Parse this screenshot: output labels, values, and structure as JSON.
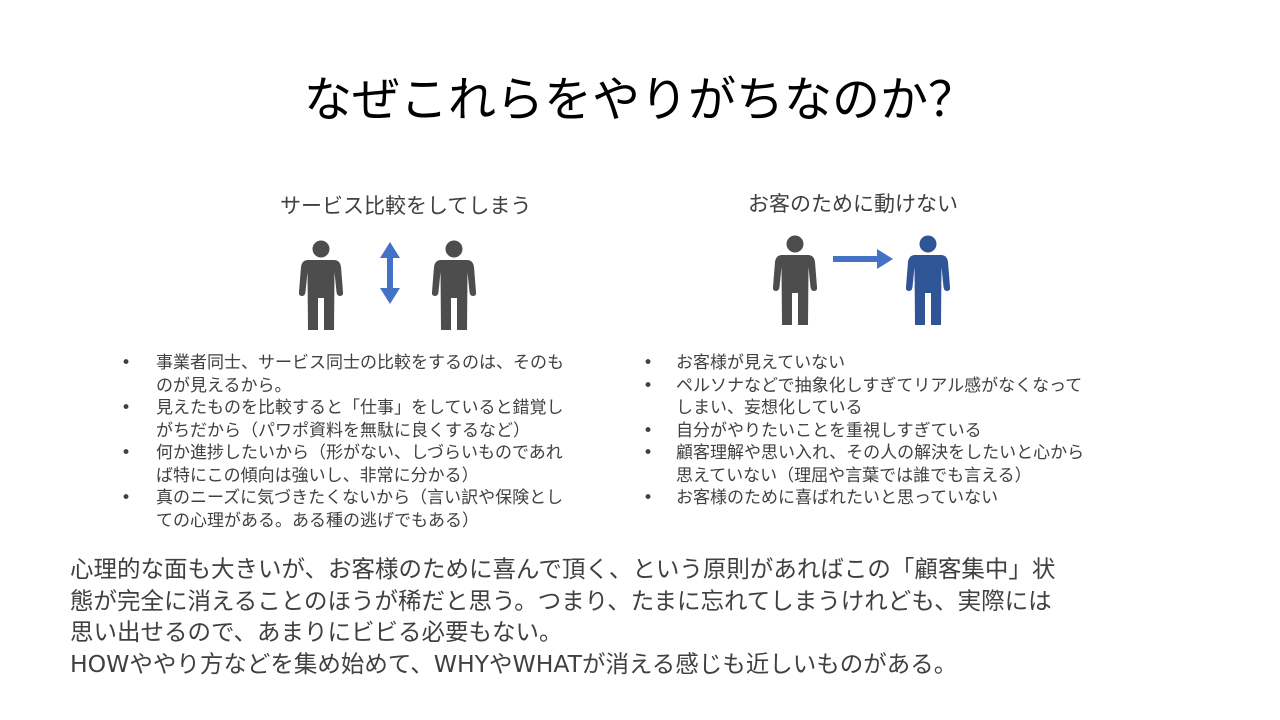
{
  "title": "なぜこれらをやりがちなのか？",
  "left": {
    "heading": "サービス比較をしてしまう",
    "bullets": [
      "事業者同士、サービス同士の比較をするのは、そのも\nのが見えるから。",
      "見えたものを比較すると「仕事」をしていると錯覚し\nがちだから（パワポ資料を無駄に良くするなど）",
      "何か進捗したいから（形がない、しづらいものであれ\nば特にこの傾向は強いし、非常に分かる）",
      "真のニーズに気づきたくないから（言い訳や保険とし\nての心理がある。ある種の逃げでもある）"
    ]
  },
  "right": {
    "heading": "お客のために動けない",
    "bullets": [
      "お客様が見えていない",
      "ペルソナなどで抽象化しすぎてリアル感がなくなって\nしまい、妄想化している",
      "自分がやりたいことを重視しすぎている",
      "顧客理解や思い入れ、その人の解決をしたいと心から\n思えていない（理屈や言葉では誰でも言える）",
      "お客様のために喜ばれたいと思っていない"
    ]
  },
  "bullet_marker": "•",
  "body": {
    "paragraph1": "心理的な面も大きいが、お客様のために喜んで頂く、という原則があればこの「顧客集中」状\n態が完全に消えることのほうが稀だと思う。つまり、たまに忘れてしまうけれども、実際には\n思い出せるので、あまりにビビる必要もない。",
    "paragraph2": "HOWややり方などを集め始めて、WHYやWHATが消える感じも近しいものがある。"
  },
  "colors": {
    "person_gray": "#4d4d4d",
    "person_blue": "#2f5597",
    "arrow_blue": "#4472c4",
    "text_gray": "#404040"
  },
  "icons": {
    "person": "person-icon",
    "double_arrow": "double-arrow-vertical-icon",
    "right_arrow": "arrow-right-icon"
  }
}
